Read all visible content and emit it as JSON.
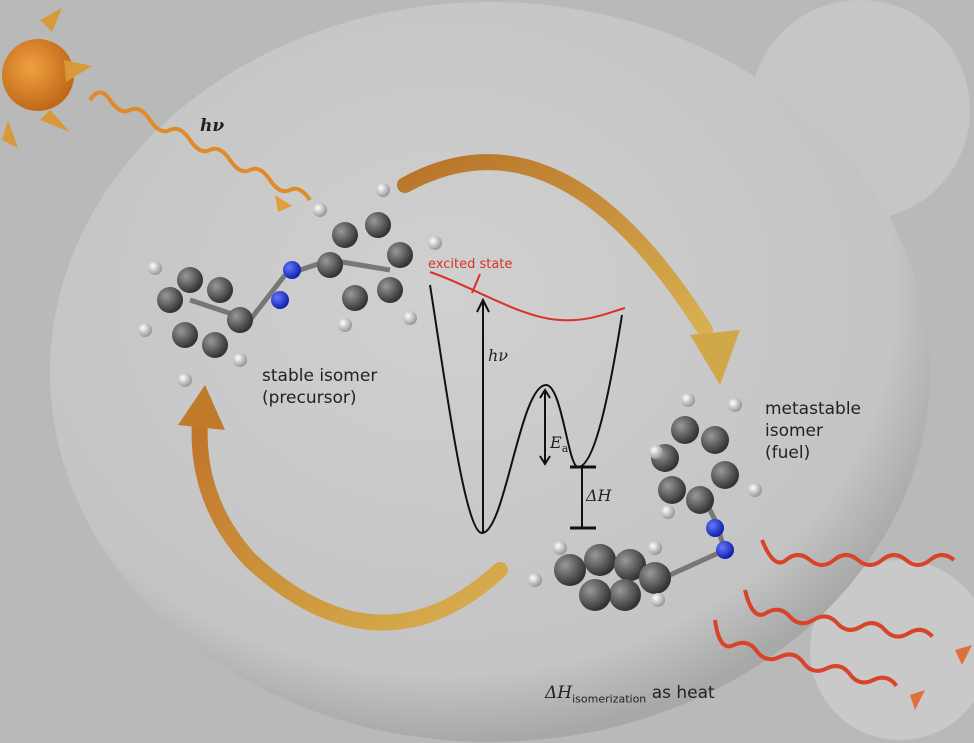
{
  "labels": {
    "sun_hv": "hν",
    "excited_state": "excited state",
    "diagram_hv": "hν",
    "activation_energy": "E",
    "activation_energy_sub": "a",
    "delta_h": "ΔH",
    "stable_isomer": "stable isomer",
    "stable_isomer_sub": "(precursor)",
    "metastable_isomer_1": "metastable",
    "metastable_isomer_2": "isomer",
    "metastable_isomer_3": "(fuel)",
    "heat_delta": "ΔH",
    "heat_sub": "isomerization",
    "heat_suffix": "as heat"
  },
  "colors": {
    "excited_state": "#d8322a",
    "arrow_gold": "#c99a3a",
    "light_wave": "#e08a2a",
    "heat_wave": "#d8442a",
    "nitrogen": "#2233cc",
    "carbon": "#555555",
    "hydrogen": "#dddddd"
  }
}
